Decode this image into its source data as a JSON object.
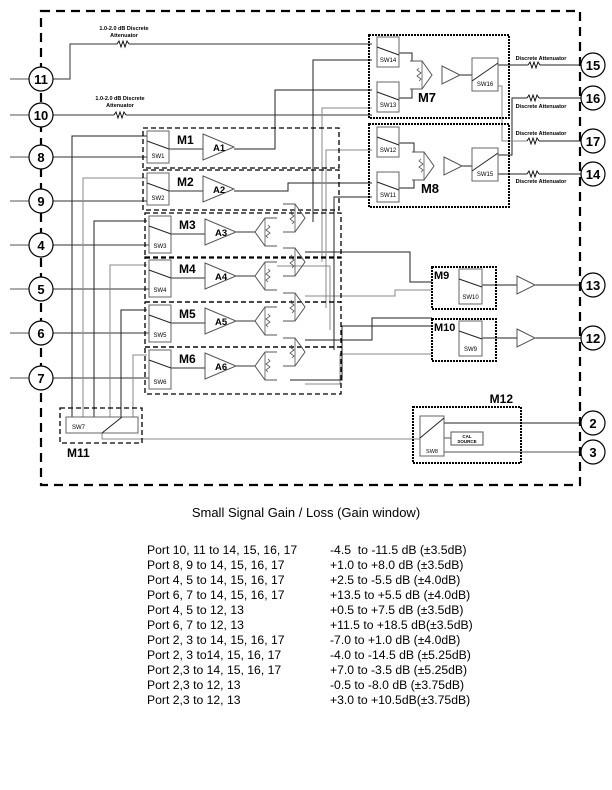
{
  "diagram": {
    "ports_left": [
      "11",
      "10",
      "8",
      "9",
      "4",
      "5",
      "6",
      "7"
    ],
    "ports_right": [
      "15",
      "16",
      "17",
      "14",
      "13",
      "12",
      "2",
      "3"
    ],
    "attenuator_left_label_line1": "1.0-2.0 dB Discrete",
    "attenuator_left_label_line2": "Attenuator",
    "attenuator_right_label": "Discrete Attenuator",
    "modules": {
      "m1": "M1",
      "m2": "M2",
      "m3": "M3",
      "m4": "M4",
      "m5": "M5",
      "m6": "M6",
      "m7": "M7",
      "m8": "M8",
      "m9": "M9",
      "m10": "M10",
      "m11": "M11",
      "m12": "M12"
    },
    "amps": [
      "A1",
      "A2",
      "A3",
      "A4",
      "A5",
      "A6"
    ],
    "switches": {
      "sw1": "SW1",
      "sw2": "SW2",
      "sw3": "SW3",
      "sw4": "SW4",
      "sw5": "SW5",
      "sw6": "SW6",
      "sw7": "SW7",
      "sw8": "SW8",
      "sw9": "SW9",
      "sw10": "SW10",
      "sw11": "SW11",
      "sw12": "SW12",
      "sw13": "SW13",
      "sw14": "SW14",
      "sw15": "SW15",
      "sw16": "SW16"
    },
    "cal_source_line1": "CAL",
    "cal_source_line2": "SOURCE"
  },
  "gain_table": {
    "title": "Small Signal Gain / Loss (Gain window)",
    "rows": [
      {
        "ports": "Port 10, 11 to 14, 15, 16, 17",
        "range": "-4.5  to -11.5 dB (±3.5dB)"
      },
      {
        "ports": "Port 8, 9 to 14, 15, 16, 17",
        "range": "+1.0 to +8.0 dB (±3.5dB)"
      },
      {
        "ports": "Port 4, 5 to 14, 15, 16, 17",
        "range": "+2.5 to -5.5 dB (±4.0dB)"
      },
      {
        "ports": "Port 6, 7 to 14, 15, 16, 17",
        "range": "+13.5 to +5.5 dB (±4.0dB)"
      },
      {
        "ports": "Port 4, 5 to 12, 13",
        "range": "+0.5 to +7.5 dB (±3.5dB)"
      },
      {
        "ports": "Port 6, 7 to 12, 13",
        "range": "+11.5 to +18.5 dB(±3.5dB)"
      },
      {
        "ports": "Port 2, 3 to 14, 15, 16, 17",
        "range": "-7.0 to +1.0 dB (±4.0dB)"
      },
      {
        "ports": "Port 2, 3 to14, 15, 16, 17",
        "range": "-4.0 to -14.5 dB (±5.25dB)"
      },
      {
        "ports": "Port 2,3 to 14, 15, 16, 17",
        "range": "+7.0 to -3.5 dB (±5.25dB)"
      },
      {
        "ports": "Port 2,3 to 12, 13",
        "range": "-0.5 to -8.0 dB (±3.75dB)"
      },
      {
        "ports": "Port 2,3 to 12, 13",
        "range": "+3.0 to +10.5dB(±3.75dB)"
      }
    ]
  }
}
